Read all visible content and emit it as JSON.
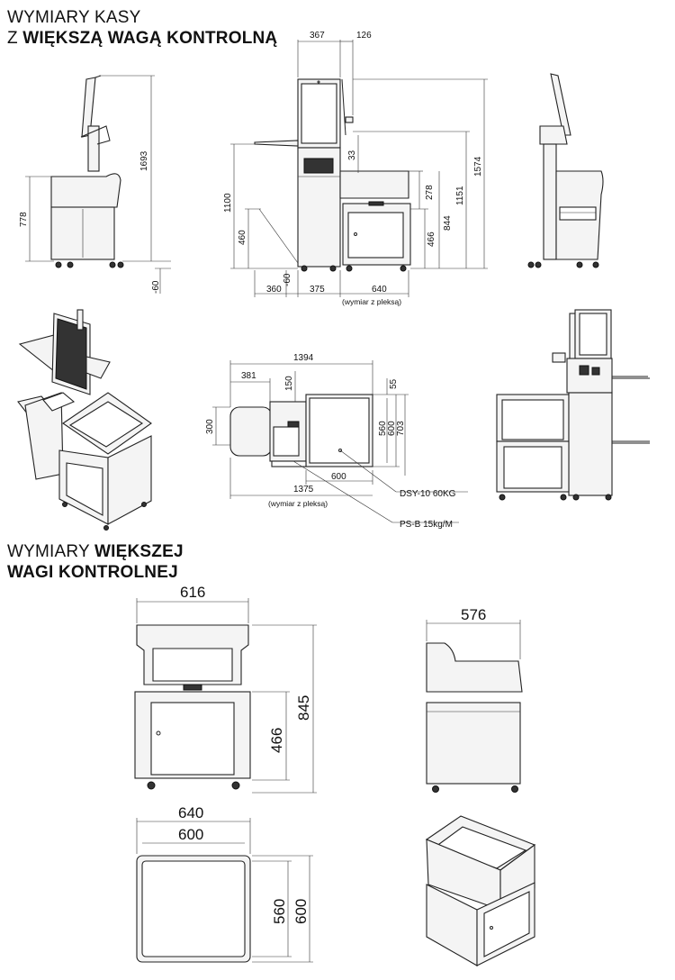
{
  "headings": {
    "kasa_line1": "WYMIARY KASY",
    "kasa_line2_prefix": "Z ",
    "kasa_line2_bold": "WIĘKSZĄ WAGĄ KONTROLNĄ",
    "waga_line1_prefix": "WYMIARY ",
    "waga_line1_bold": "WIĘKSZEJ",
    "waga_line2_bold": "WAGI KONTROLNEJ"
  },
  "kasa_side_left": {
    "h_total": "1693",
    "h_counter": "778",
    "h_below": "-60"
  },
  "kasa_front": {
    "w_screen": "367",
    "w_offset": "126",
    "h_1100": "1100",
    "h_460": "460",
    "h_33": "33",
    "h_278": "278",
    "h_844": "844",
    "h_466": "466",
    "h_1151": "1151",
    "h_1574": "1574",
    "w_360": "360",
    "w_60": "-60",
    "w_375": "375",
    "w_640": "640",
    "note": "(wymiar z pleksą)"
  },
  "kasa_top": {
    "w_1394": "1394",
    "w_381": "381",
    "h_150": "150",
    "h_55": "55",
    "h_300": "300",
    "h_560": "560",
    "h_600": "600",
    "h_703": "703",
    "w_600": "600",
    "w_1375": "1375",
    "note": "(wymiar z pleksą)",
    "label_scale": "DSY-10 60KG",
    "label_belt": "PS-B 15kg/M"
  },
  "waga": {
    "front_w": "616",
    "front_h_total": "845",
    "front_h_cabinet": "466",
    "side_w": "576",
    "top_w_outer": "640",
    "top_w_inner": "600",
    "top_h_inner": "560",
    "top_h_outer": "600"
  },
  "colors": {
    "line": "#222222",
    "fill": "#f4f4f4",
    "screen": "#333333"
  }
}
